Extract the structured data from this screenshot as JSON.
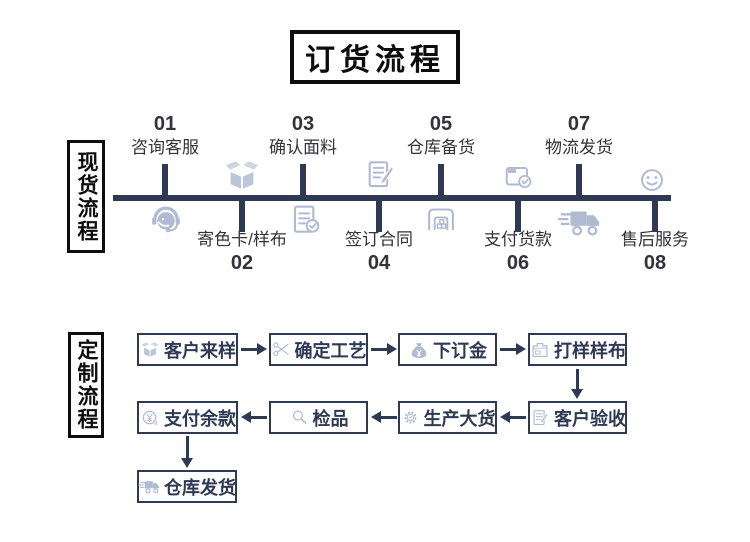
{
  "page": {
    "title": "订货流程"
  },
  "stock_flow": {
    "label": "现货流程",
    "steps": [
      {
        "num": "01",
        "label": "咨询客服",
        "icon": "headset-icon"
      },
      {
        "num": "02",
        "label": "寄色卡/样布",
        "icon": "package-icon"
      },
      {
        "num": "03",
        "label": "确认面料",
        "icon": "checklist-icon"
      },
      {
        "num": "04",
        "label": "签订合同",
        "icon": "contract-pen-icon"
      },
      {
        "num": "05",
        "label": "仓库备货",
        "icon": "warehouse-icon"
      },
      {
        "num": "06",
        "label": "支付货款",
        "icon": "payment-icon"
      },
      {
        "num": "07",
        "label": "物流发货",
        "icon": "truck-icon"
      },
      {
        "num": "08",
        "label": "售后服务",
        "icon": "smiley-icon"
      }
    ]
  },
  "custom_flow": {
    "label": "定制流程",
    "rows": [
      [
        {
          "label": "客户来样",
          "icon": "package-icon"
        },
        {
          "label": "确定工艺",
          "icon": "scissors-icon"
        },
        {
          "label": "下订金",
          "icon": "moneybag-icon"
        },
        {
          "label": "打样样布",
          "icon": "fabric-icon"
        }
      ],
      [
        {
          "label": "支付余款",
          "icon": "yen-circle-icon"
        },
        {
          "label": "检品",
          "icon": "magnifier-icon"
        },
        {
          "label": "生产大货",
          "icon": "gear-icon"
        },
        {
          "label": "客户验收",
          "icon": "document-pen-icon"
        }
      ],
      [
        {
          "label": "仓库发货",
          "icon": "truck-icon"
        }
      ]
    ]
  },
  "colors": {
    "navy": "#2e3a54",
    "icon_blue": "#b0bbd3",
    "text_dark": "#32333b",
    "black": "#0d0d0d",
    "background": "#ffffff"
  }
}
